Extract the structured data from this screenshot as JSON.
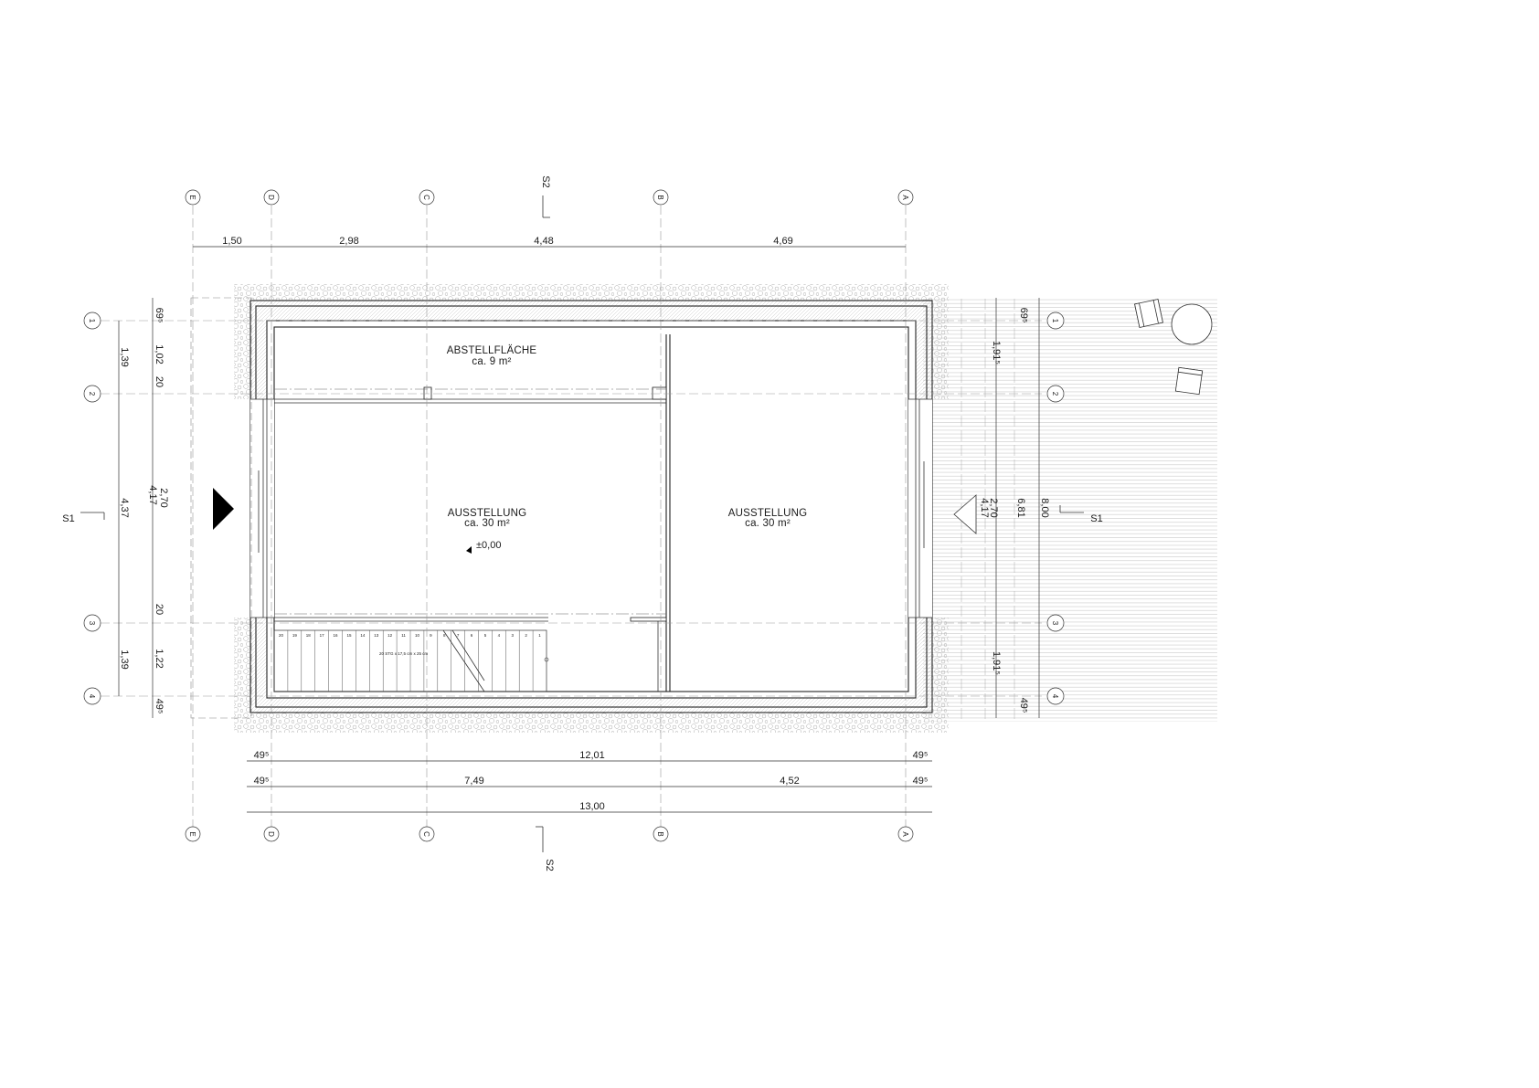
{
  "rooms": [
    {
      "name": "ABSTELLFLÄCHE",
      "area": "ca. 9 m²"
    },
    {
      "name": "AUSSTELLUNG",
      "area": "ca. 30 m²"
    },
    {
      "name": "AUSSTELLUNG",
      "area": "ca. 30 m²"
    }
  ],
  "level": "±0,00",
  "stairs": {
    "note": "20 STG x 17,5 cm x 25 cm",
    "steps": [
      "20",
      "19",
      "18",
      "17",
      "16",
      "15",
      "14",
      "13",
      "12",
      "11",
      "10",
      "9",
      "8",
      "7",
      "6",
      "5",
      "4",
      "3",
      "2",
      "1"
    ]
  },
  "sections": {
    "s1": "S1",
    "s2": "S2"
  },
  "axes": {
    "letters": [
      "E",
      "D",
      "C",
      "B",
      "A"
    ],
    "numbers": [
      "1",
      "2",
      "3",
      "4"
    ]
  },
  "dimensions": {
    "top": [
      "1,50",
      "2,98",
      "4,48",
      "4,69"
    ],
    "bottom_row1": [
      "49⁵",
      "12,01",
      "49⁵"
    ],
    "bottom_row2": [
      "49⁵",
      "7,49",
      "4,52",
      "49⁵"
    ],
    "bottom_total": "13,00",
    "left_outer": [
      "1,39",
      "4,37",
      "1,39"
    ],
    "left_inner": [
      "69⁵",
      "1,02",
      "20",
      "4,17",
      "2,70",
      "20",
      "1,22",
      "49⁵"
    ],
    "right": [
      "69⁵",
      "1,91⁵",
      "4,17",
      "2,70",
      "6,81",
      "8,00",
      "1,91⁵",
      "49⁵"
    ]
  }
}
